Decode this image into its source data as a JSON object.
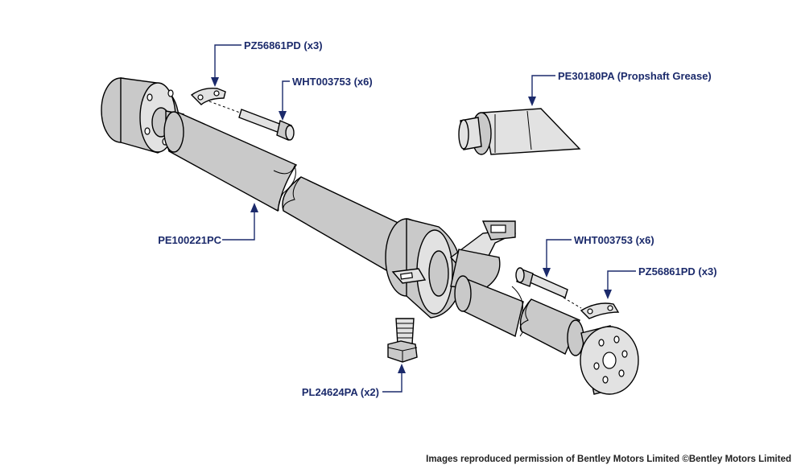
{
  "callouts": {
    "pz_top": "PZ56861PD (x3)",
    "wht_top": "WHT003753 (x6)",
    "grease": "PE30180PA (Propshaft Grease)",
    "shaft": "PE100221PC",
    "wht_right": "WHT003753 (x6)",
    "pz_right": "PZ56861PD (x3)",
    "bolt": "PL24624PA (x2)"
  },
  "credit": "Images reproduced permission of Bentley Motors Limited ©Bentley Motors Limited",
  "colors": {
    "label": "#1b2a6b",
    "part_fill": "#c9c9c9"
  }
}
